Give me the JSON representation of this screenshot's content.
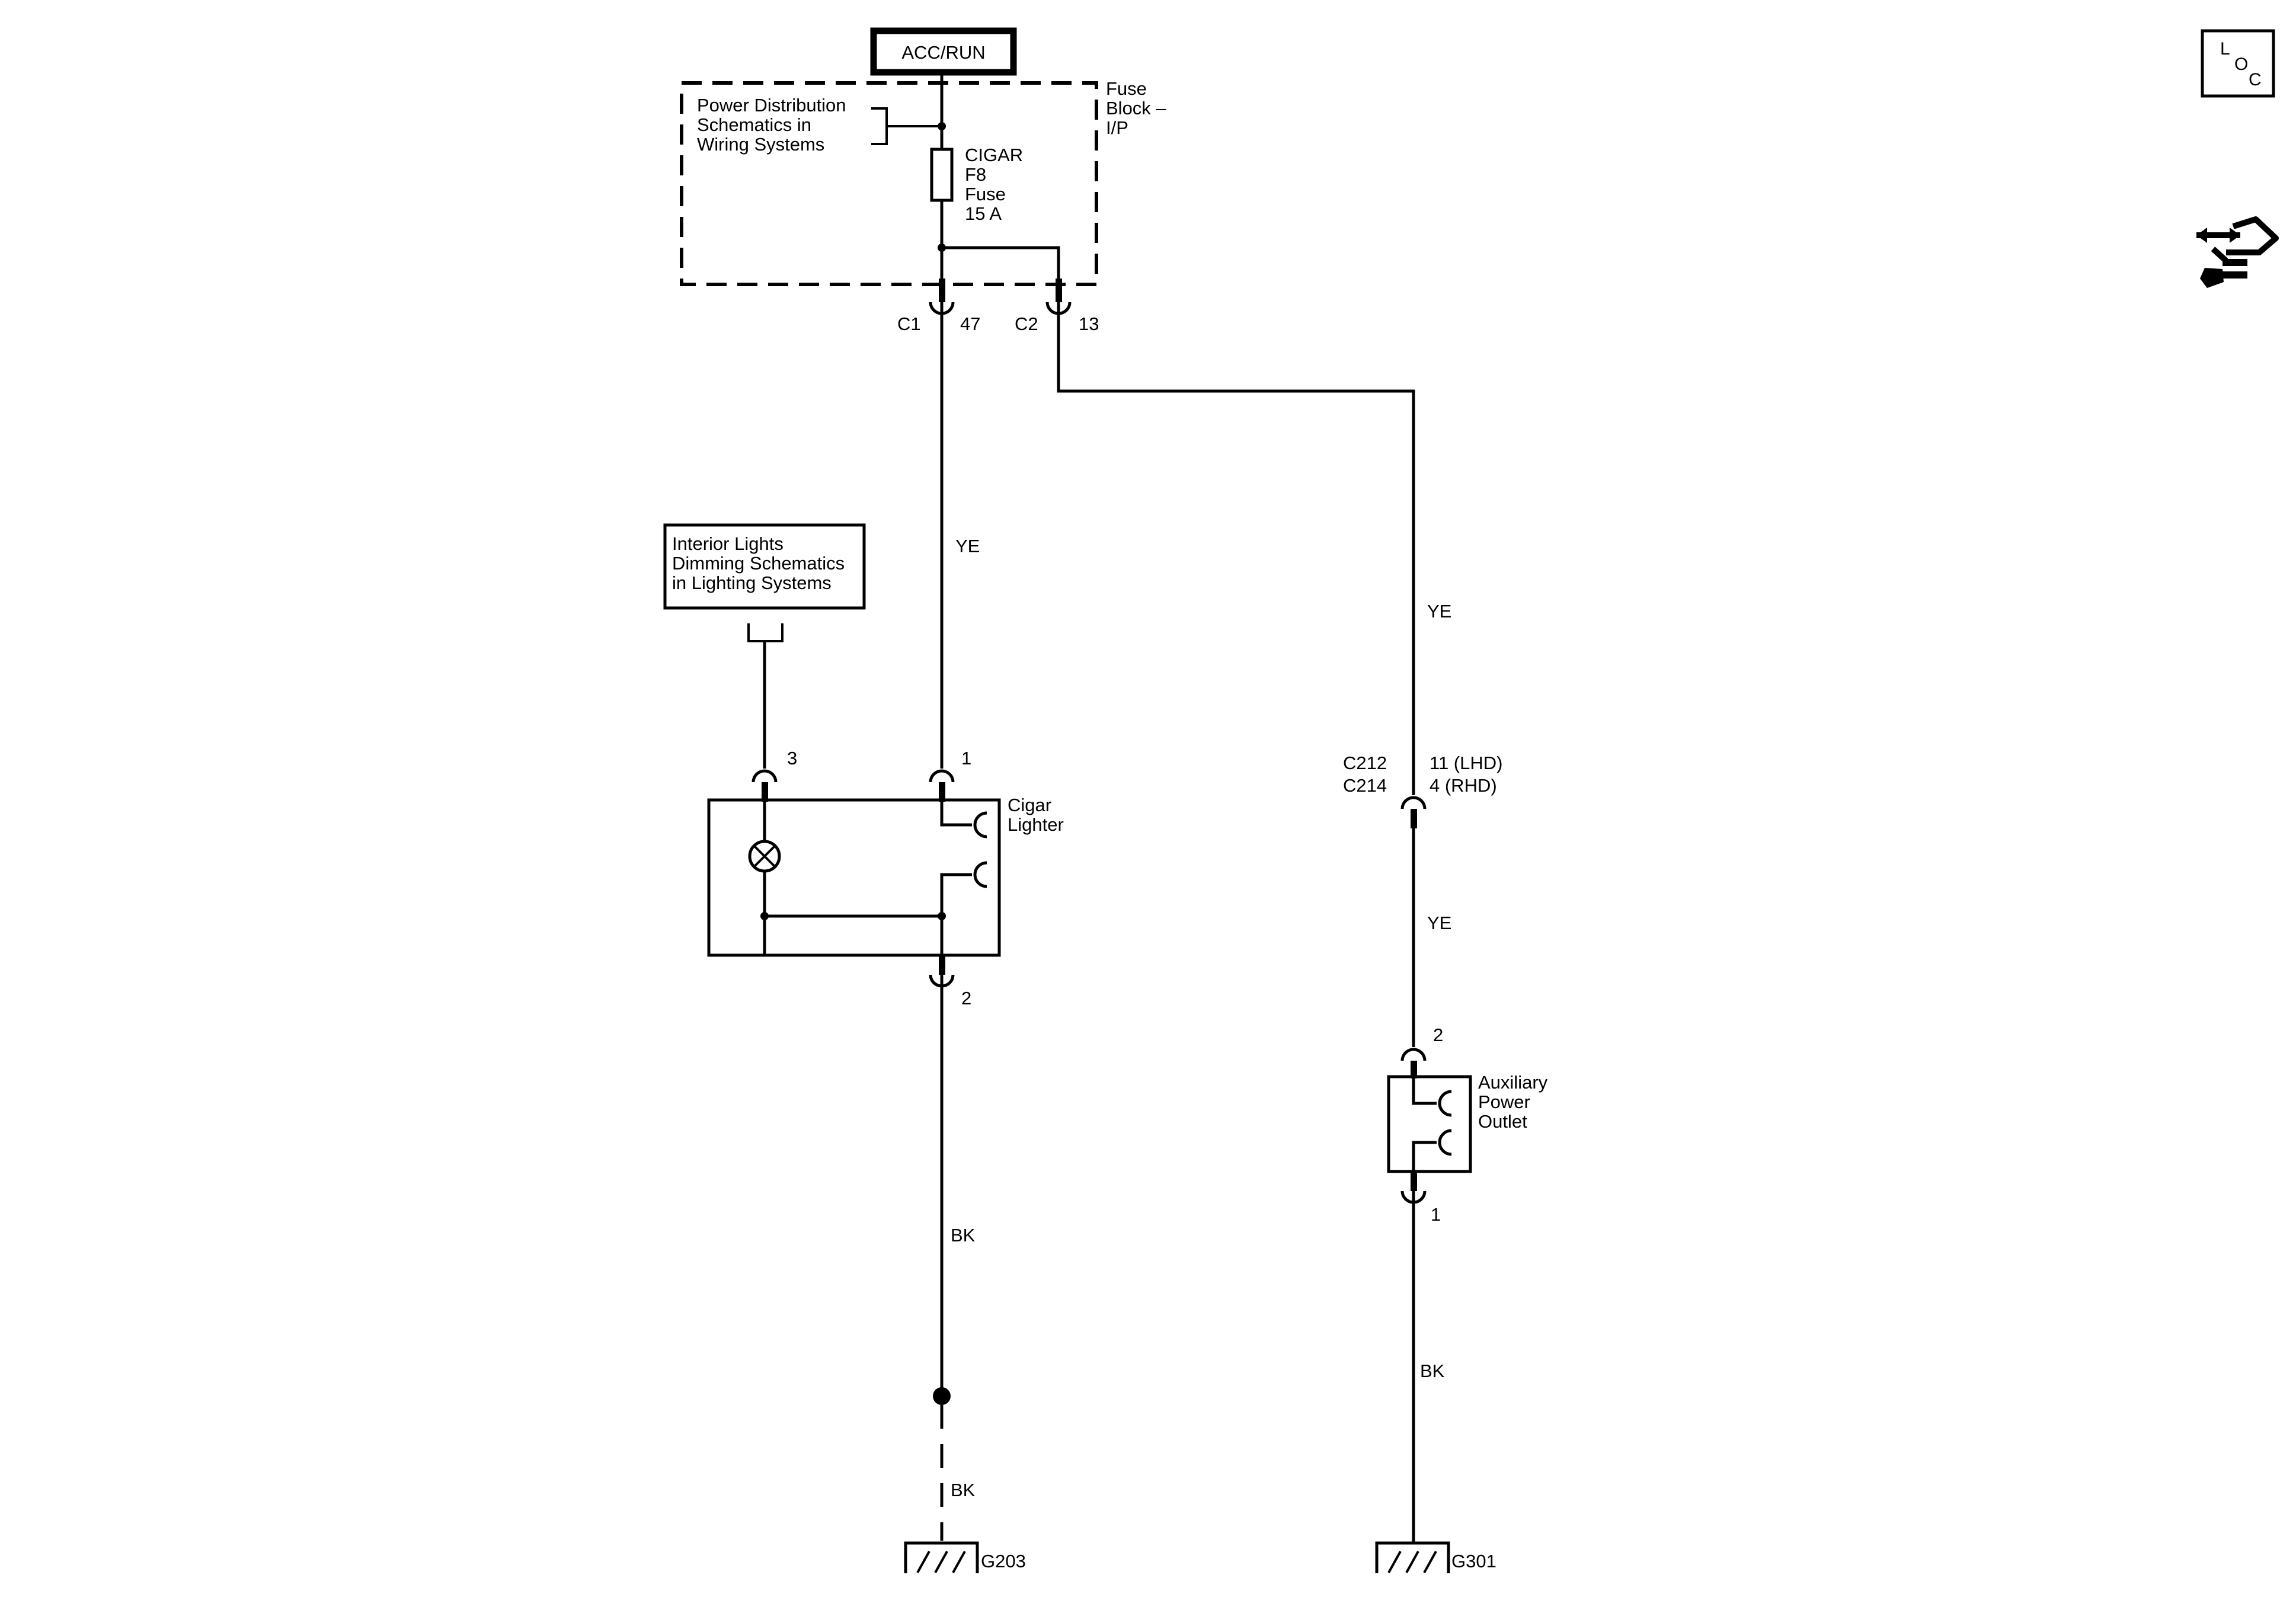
{
  "power_source": {
    "label": "ACC/RUN"
  },
  "fuse_block": {
    "label_lines": [
      "Fuse",
      "Block –",
      "I/P"
    ],
    "reference_lines": [
      "Power Distribution",
      "Schematics in",
      "Wiring Systems"
    ],
    "fuse_lines": [
      "CIGAR",
      "F8",
      "Fuse",
      "15 A"
    ]
  },
  "connectors": {
    "c1": {
      "name": "C1",
      "pin": "47"
    },
    "c2": {
      "name": "C2",
      "pin": "13"
    },
    "inline": {
      "names": [
        "C212",
        "C214"
      ],
      "pins": [
        "11 (LHD)",
        "4 (RHD)"
      ]
    }
  },
  "dimming_reference": {
    "lines": [
      "Interior Lights",
      "Dimming Schematics",
      "in Lighting Systems"
    ]
  },
  "cigar_lighter": {
    "label_lines": [
      "Cigar",
      "Lighter"
    ],
    "pins": {
      "lamp": "3",
      "feed": "1",
      "ground": "2"
    }
  },
  "aux_outlet": {
    "label_lines": [
      "Auxiliary",
      "Power",
      "Outlet"
    ],
    "pins": {
      "feed": "2",
      "ground": "1"
    }
  },
  "wires": {
    "c1_feed": "YE",
    "c2_feed": "YE",
    "inline_to_outlet": "YE",
    "lighter_ground": "BK",
    "lighter_ground_lower": "BK",
    "outlet_ground": "BK"
  },
  "grounds": {
    "left": "G203",
    "right": "G301"
  },
  "corner_icons": {
    "locator": [
      "L",
      "O",
      "C"
    ],
    "tool_icon": "connector-end-view-icon"
  }
}
